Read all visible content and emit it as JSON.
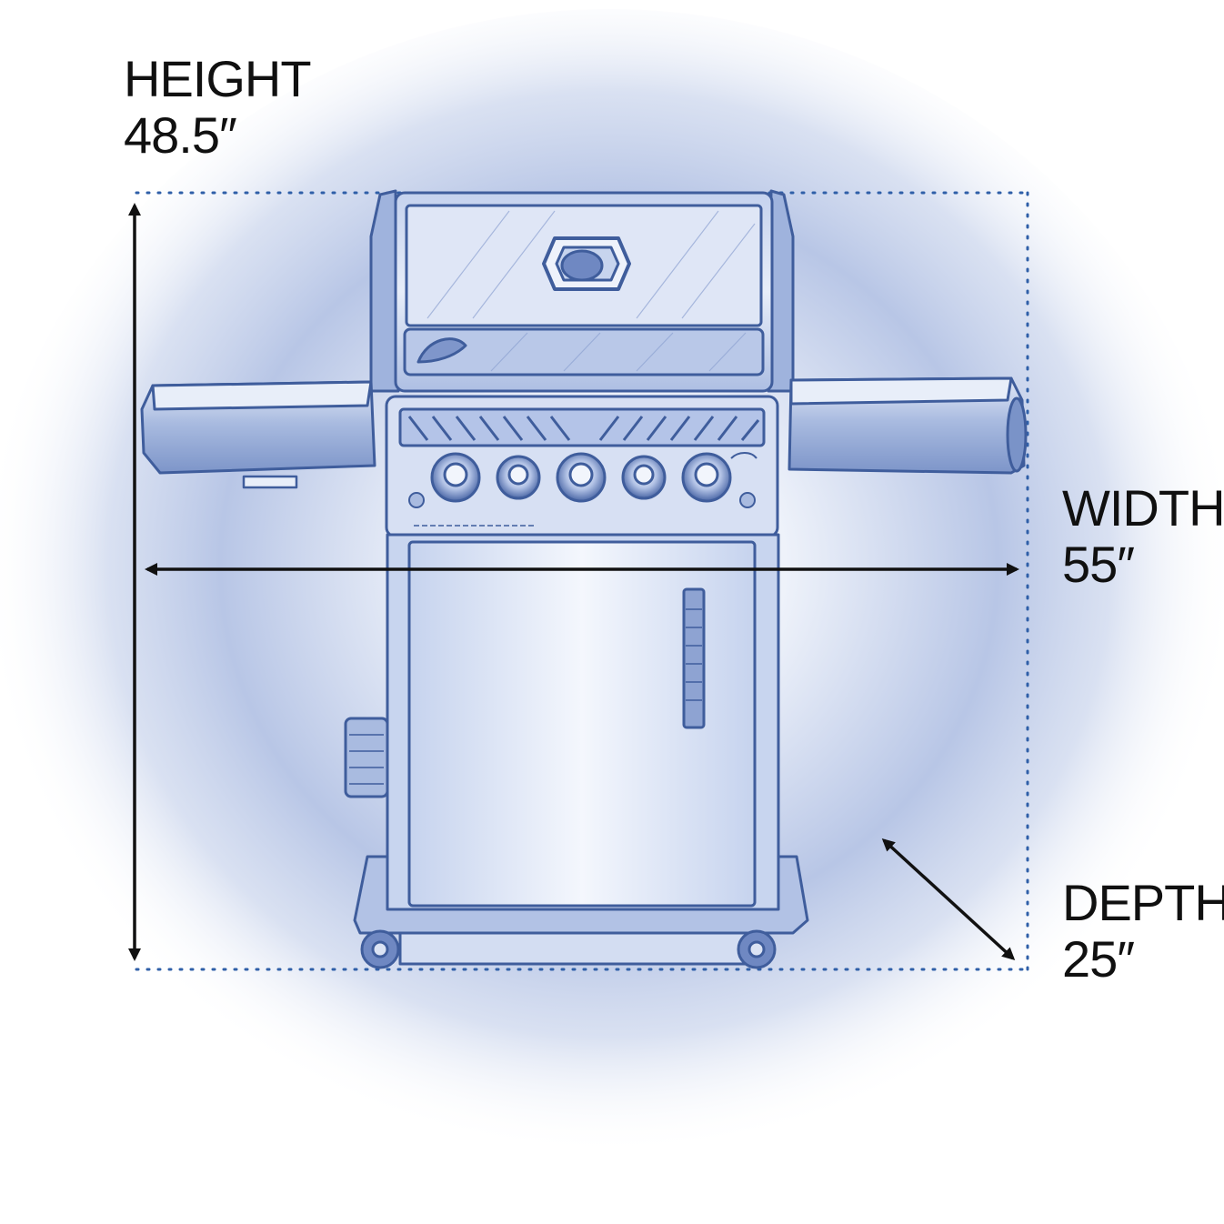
{
  "dimensions": {
    "height": {
      "label": "HEIGHT",
      "value": "48.5″"
    },
    "width": {
      "label": "WIDTH",
      "value": "55″"
    },
    "depth": {
      "label": "DEPTH",
      "value": "25″"
    }
  },
  "colors": {
    "background": "#ffffff",
    "glow": "#9fb1d9",
    "sketch_stroke": "#3f5d9c",
    "sketch_fill": "#dbe3f4",
    "dotted_guide": "#2f5fa8",
    "arrow": "#111111",
    "text": "#101010"
  },
  "illustration": {
    "subject": "gas-grill-sketch",
    "style": "blue-pencil-sketch"
  }
}
